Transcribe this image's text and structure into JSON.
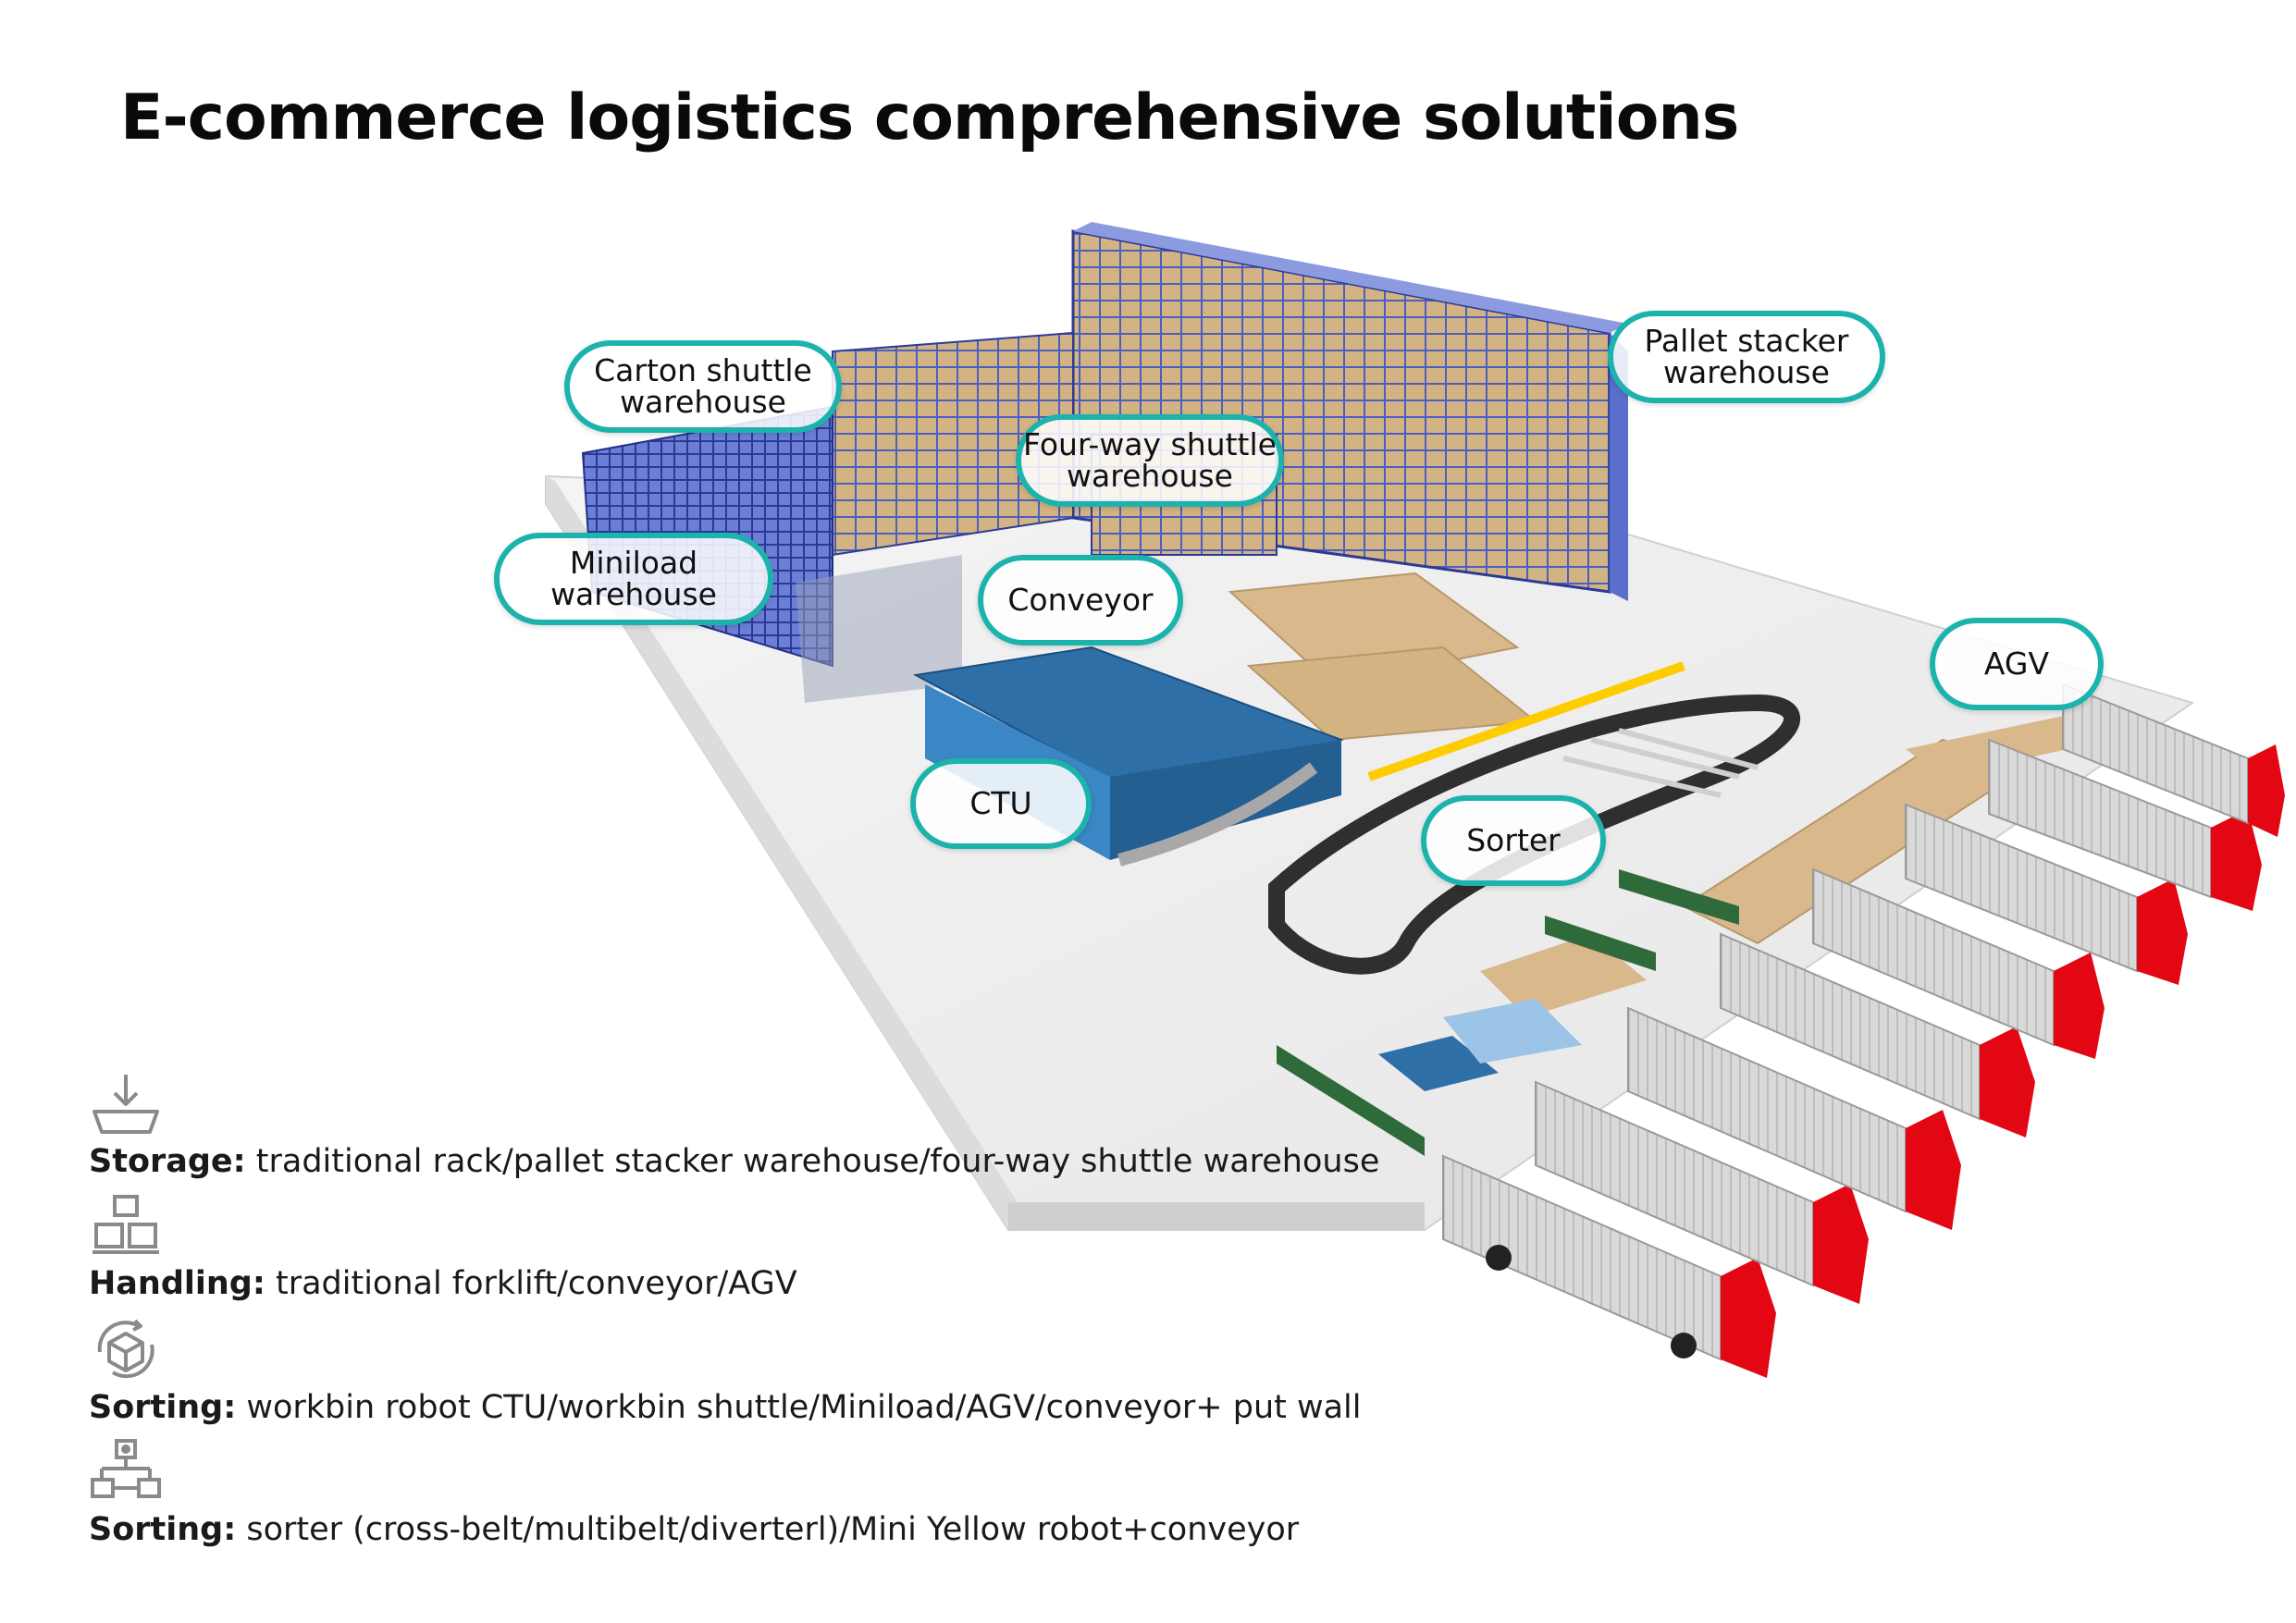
{
  "title": "E-commerce logistics comprehensive solutions",
  "callouts": {
    "carton_shuttle": "Carton shuttle\nwarehouse",
    "pallet_stacker": "Pallet stacker\nwarehouse",
    "four_way_shuttle": "Four-way shuttle\nwarehouse",
    "miniload": "Miniload\nwarehouse",
    "conveyor": "Conveyor",
    "agv": "AGV",
    "ctu": "CTU",
    "sorter": "Sorter"
  },
  "legend": [
    {
      "icon": "storage-download-icon",
      "label": "Storage:",
      "text": " traditional rack/pallet stacker warehouse/four-way shuttle warehouse"
    },
    {
      "icon": "handling-boxes-icon",
      "label": "Handling:",
      "text": " traditional forklift/conveyor/AGV"
    },
    {
      "icon": "sorting-cycle-box-icon",
      "label": "Sorting:",
      "text": " workbin robot CTU/workbin shuttle/Miniload/AGV/conveyor+ put wall"
    },
    {
      "icon": "sorting-hierarchy-icon",
      "label": "Sorting:",
      "text": " sorter (cross-belt/multibelt/diverterl)/Mini Yellow robot+conveyor"
    }
  ],
  "colors": {
    "accent": "#1cb3ad",
    "truck_cab": "#e30613",
    "rack_blue": "#3a4fb0",
    "carton": "#d9b98c"
  }
}
